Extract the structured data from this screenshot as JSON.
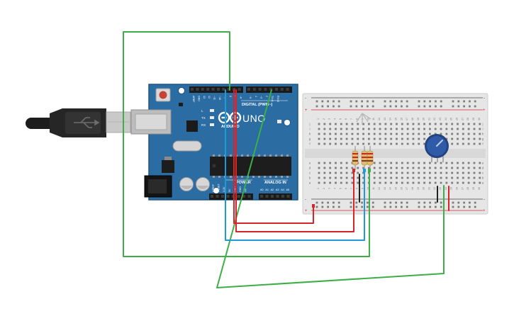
{
  "board": {
    "digital_label": "DIGITAL (PWM~)",
    "brand": "ARDUINO",
    "model": "UNO",
    "on_label": "ON",
    "power_label": "POWER",
    "analog_label": "ANALOG IN",
    "led_labels": [
      "L",
      "TX",
      "RX"
    ],
    "top_pin_labels": [
      "AREF",
      "GND",
      "13",
      "12",
      "~11",
      "~10",
      "~9",
      "8",
      "7",
      "~6",
      "~5",
      "4",
      "~3",
      "2",
      "TX>1",
      "RX<0"
    ],
    "power_pin_labels": [
      "IOREF",
      "RESET",
      "3.3V",
      "5V",
      "GND",
      "GND",
      "Vin"
    ],
    "analog_pin_labels": [
      "A0",
      "A1",
      "A2",
      "A3",
      "A4",
      "A5"
    ]
  },
  "breadboard": {
    "column_numbers": [
      "1",
      "2",
      "3",
      "4",
      "5",
      "6",
      "7",
      "8",
      "9",
      "10",
      "11",
      "12",
      "13",
      "14",
      "15",
      "16",
      "17",
      "18",
      "19",
      "20",
      "21",
      "22",
      "23",
      "24",
      "25",
      "26",
      "27",
      "28",
      "29",
      "30"
    ],
    "row_letters_top": [
      "j",
      "i",
      "h",
      "g",
      "f"
    ],
    "row_letters_bottom": [
      "e",
      "d",
      "c",
      "b",
      "a"
    ],
    "rail_plus": "+",
    "rail_minus": "-"
  },
  "colors": {
    "board": "#2B6CA3",
    "board_edge": "#1E5586",
    "wire_green": "#3DAE48",
    "wire_red": "#D6262B",
    "wire_blue": "#1E9BD7",
    "wire_black": "#222222",
    "breadboard": "#E6E6E6",
    "pot": "#2F5AA8"
  }
}
